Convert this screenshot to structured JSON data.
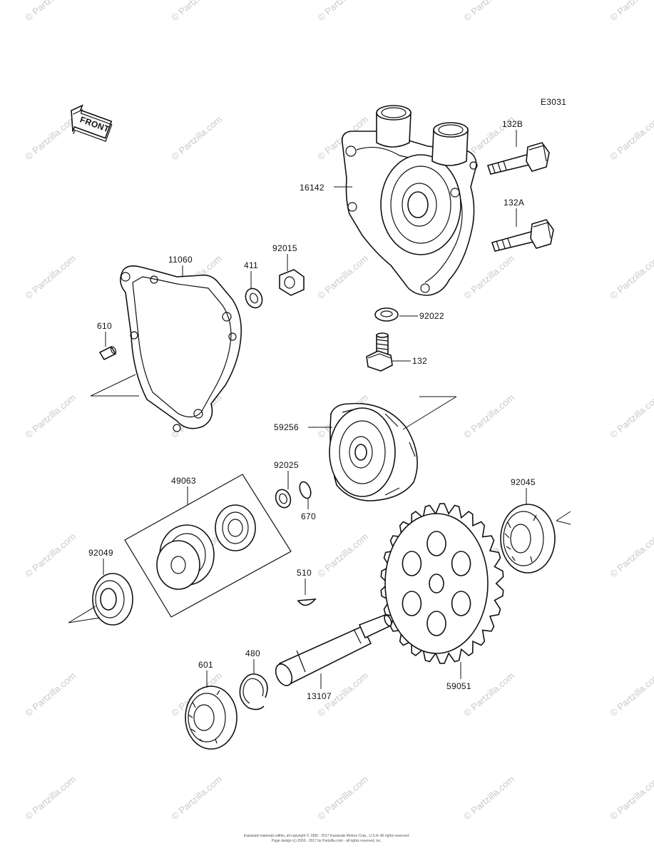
{
  "diagram_code": "E3031",
  "front_label": "FRONT",
  "watermark": "© Partzilla.com",
  "copyright_lines": [
    "Kawasaki materials within, all copyright © 1995 - 2017 Kawasaki Motors Corp., U.S.A. All rights reserved.",
    "Page design (c) 2003 - 2017 by Partzilla.com - all rights reserved, inc."
  ],
  "part_labels": {
    "p132b": "132B",
    "p16142": "16142",
    "p132a": "132A",
    "p92015": "92015",
    "p11060": "11060",
    "p411": "411",
    "p610": "610",
    "p92022": "92022",
    "p132": "132",
    "p59256": "59256",
    "p92025": "92025",
    "p49063": "49063",
    "p670": "670",
    "p92045": "92045",
    "p92049": "92049",
    "p510": "510",
    "p480": "480",
    "p601": "601",
    "p13107": "13107",
    "p59051": "59051"
  }
}
